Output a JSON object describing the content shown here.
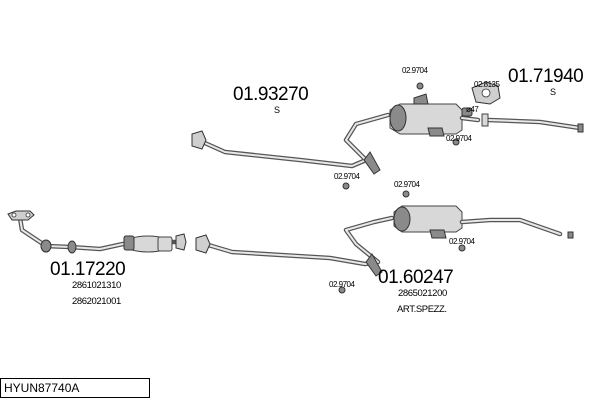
{
  "diagram": {
    "footer_code": "HYUN87740A",
    "groups": [
      {
        "article_no": "01.93270",
        "suffix": "S"
      },
      {
        "article_no": "01.71940",
        "suffix": "S"
      },
      {
        "article_no": "01.17220",
        "oe_numbers": [
          "2861021310",
          "2862021001"
        ]
      },
      {
        "article_no": "01.60247",
        "oe_numbers": [
          "2865021200"
        ],
        "note": "ART.SPEZZ."
      }
    ],
    "fittings": [
      {
        "code": "02.9704"
      },
      {
        "code": "02.8135"
      },
      {
        "code": "02.9704"
      },
      {
        "code": "02.9704"
      },
      {
        "code": "02.9704"
      },
      {
        "code": "02.9704"
      },
      {
        "code": "02.9704"
      }
    ],
    "diameter_mark": "ø47"
  }
}
